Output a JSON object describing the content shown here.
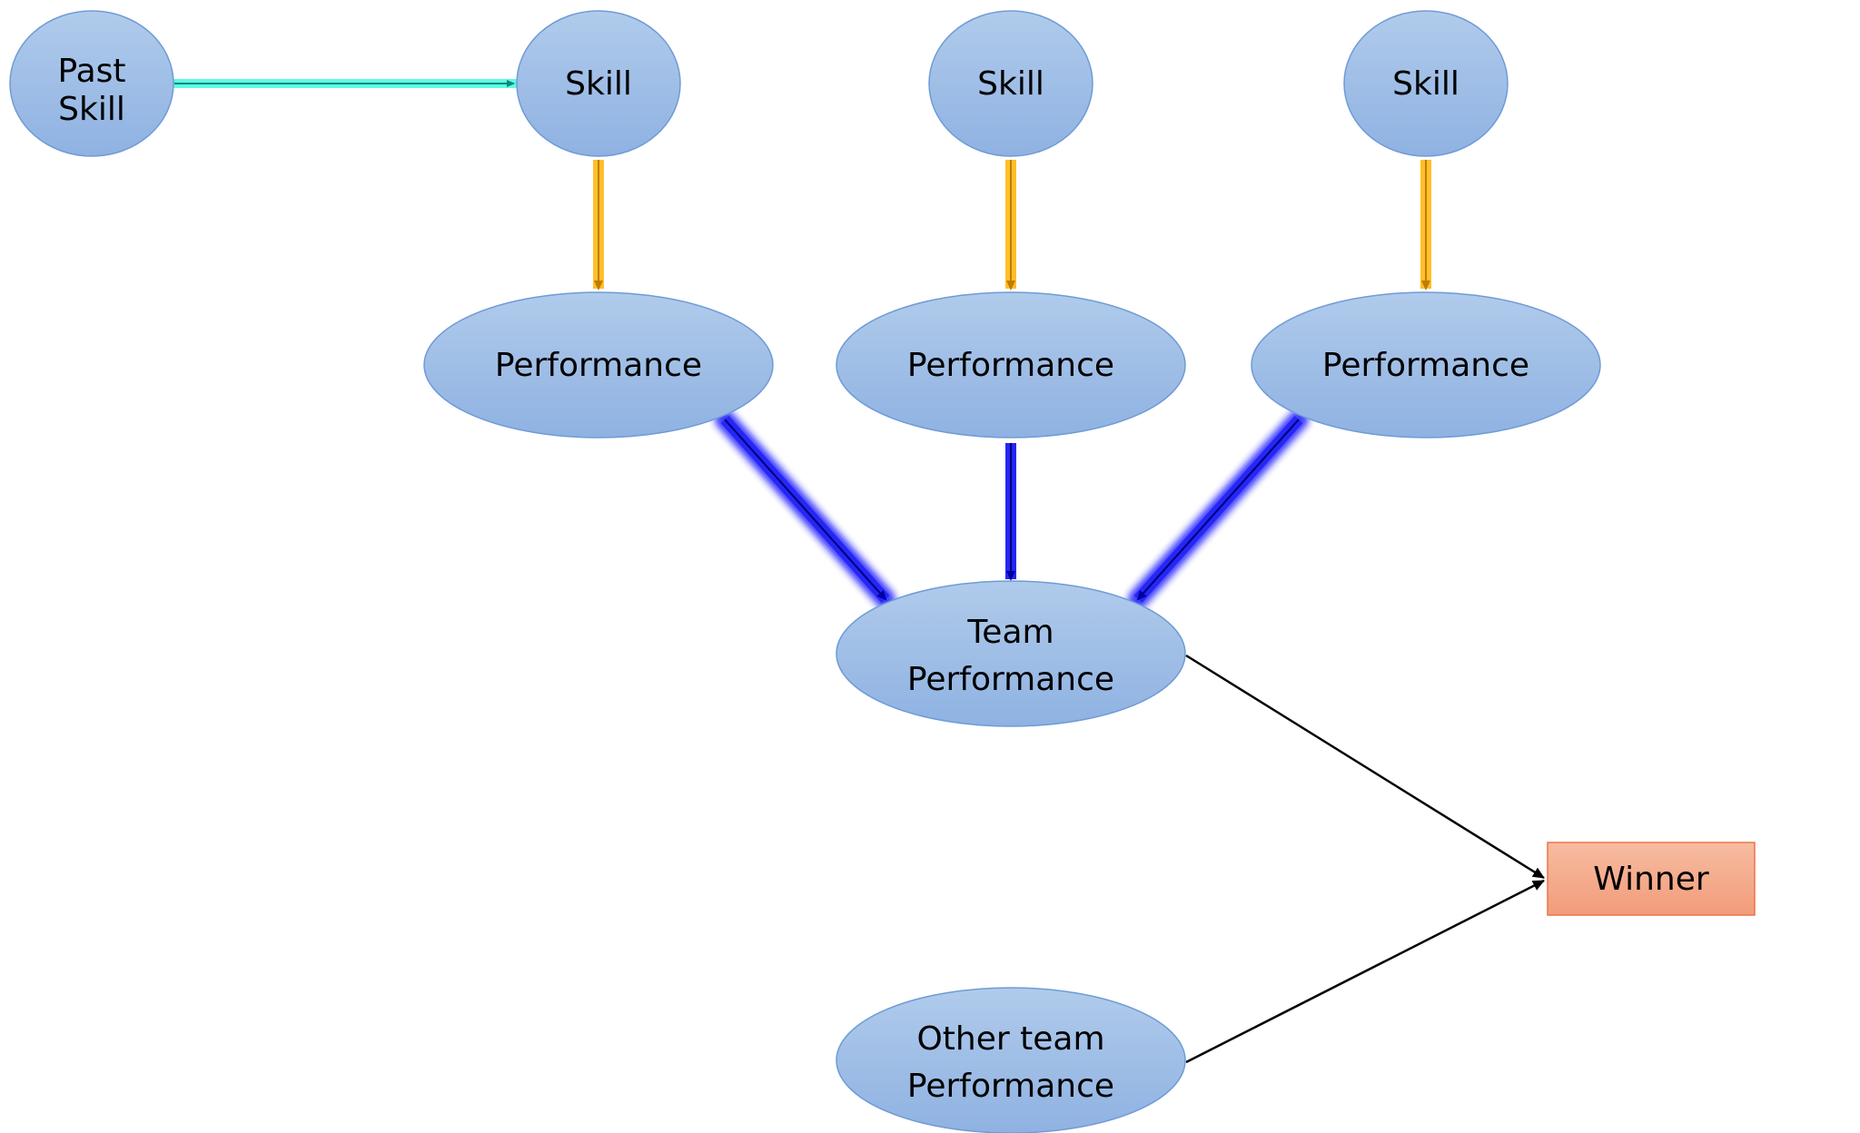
{
  "nodes": {
    "past_skill": {
      "line1": "Past",
      "line2": "Skill"
    },
    "skill_1": {
      "label": "Skill"
    },
    "skill_2": {
      "label": "Skill"
    },
    "skill_3": {
      "label": "Skill"
    },
    "performance_1": {
      "label": "Performance"
    },
    "performance_2": {
      "label": "Performance"
    },
    "performance_3": {
      "label": "Performance"
    },
    "team_performance": {
      "line1": "Team",
      "line2": "Performance"
    },
    "other_team_performance": {
      "line1": "Other team",
      "line2": "Performance"
    },
    "winner": {
      "label": "Winner"
    }
  },
  "colors": {
    "node_fill_top": "#b0cbeb",
    "node_fill_bottom": "#8fb2e2",
    "node_stroke": "#6f9bd6",
    "winner_fill_top": "#f7bca0",
    "winner_fill_bottom": "#f29c7b",
    "winner_stroke": "#e8774a",
    "edge_past_skill": "#1ff2d2",
    "edge_skill_performance": "#ffb000",
    "edge_performance_team": "#1a1aff",
    "edge_outcome": "#000000"
  }
}
